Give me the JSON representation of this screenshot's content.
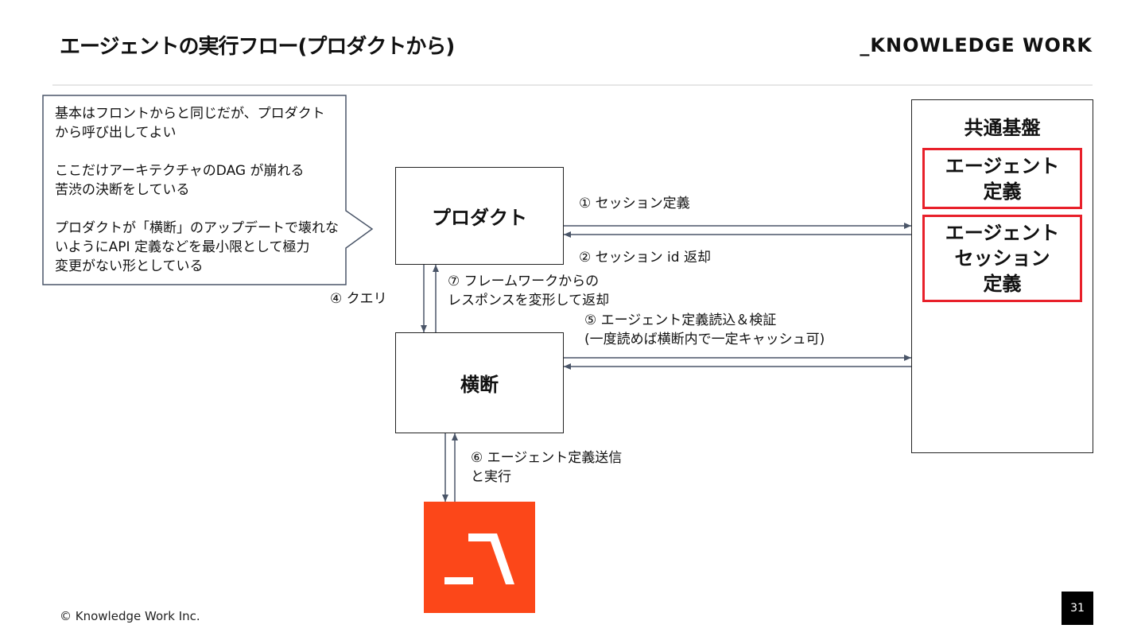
{
  "header": {
    "title": "エージェントの実行フロー(プロダクトから)",
    "brand": "_KNOWLEDGE WORK"
  },
  "callout": {
    "lines": [
      "基本はフロントからと同じだが、プロダクト",
      "から呼び出してよい",
      "",
      "ここだけアーキテクチャのDAG が崩れる",
      "苦渋の決断をしている",
      "",
      "プロダクトが「横断」のアップデートで壊れな",
      "いようにAPI 定義などを最小限として極力",
      "変更がない形としている"
    ]
  },
  "nodes": {
    "product": "プロダクト",
    "cross": "横断",
    "platform_title": "共通基盤",
    "agent_def": [
      "エージェント",
      "定義"
    ],
    "session_def": [
      "エージェント",
      "セッション",
      "定義"
    ]
  },
  "edges": {
    "e1": "① セッション定義",
    "e2": "② セッション id 返却",
    "e4": "④ クエリ",
    "e7": [
      "⑦ フレームワークからの",
      "レスポンスを変形して返却"
    ],
    "e5": [
      "⑤ エージェント定義読込＆検証",
      "(一度読めば横断内で一定キャッシュ可)"
    ],
    "e6": [
      "⑥ エージェント定義送信",
      "と実行"
    ]
  },
  "footer": {
    "copyright": "© Knowledge Work Inc.",
    "page": "31"
  },
  "colors": {
    "arrow": "#4a5568",
    "red": "#e8202a",
    "logo": "#fc4719"
  }
}
